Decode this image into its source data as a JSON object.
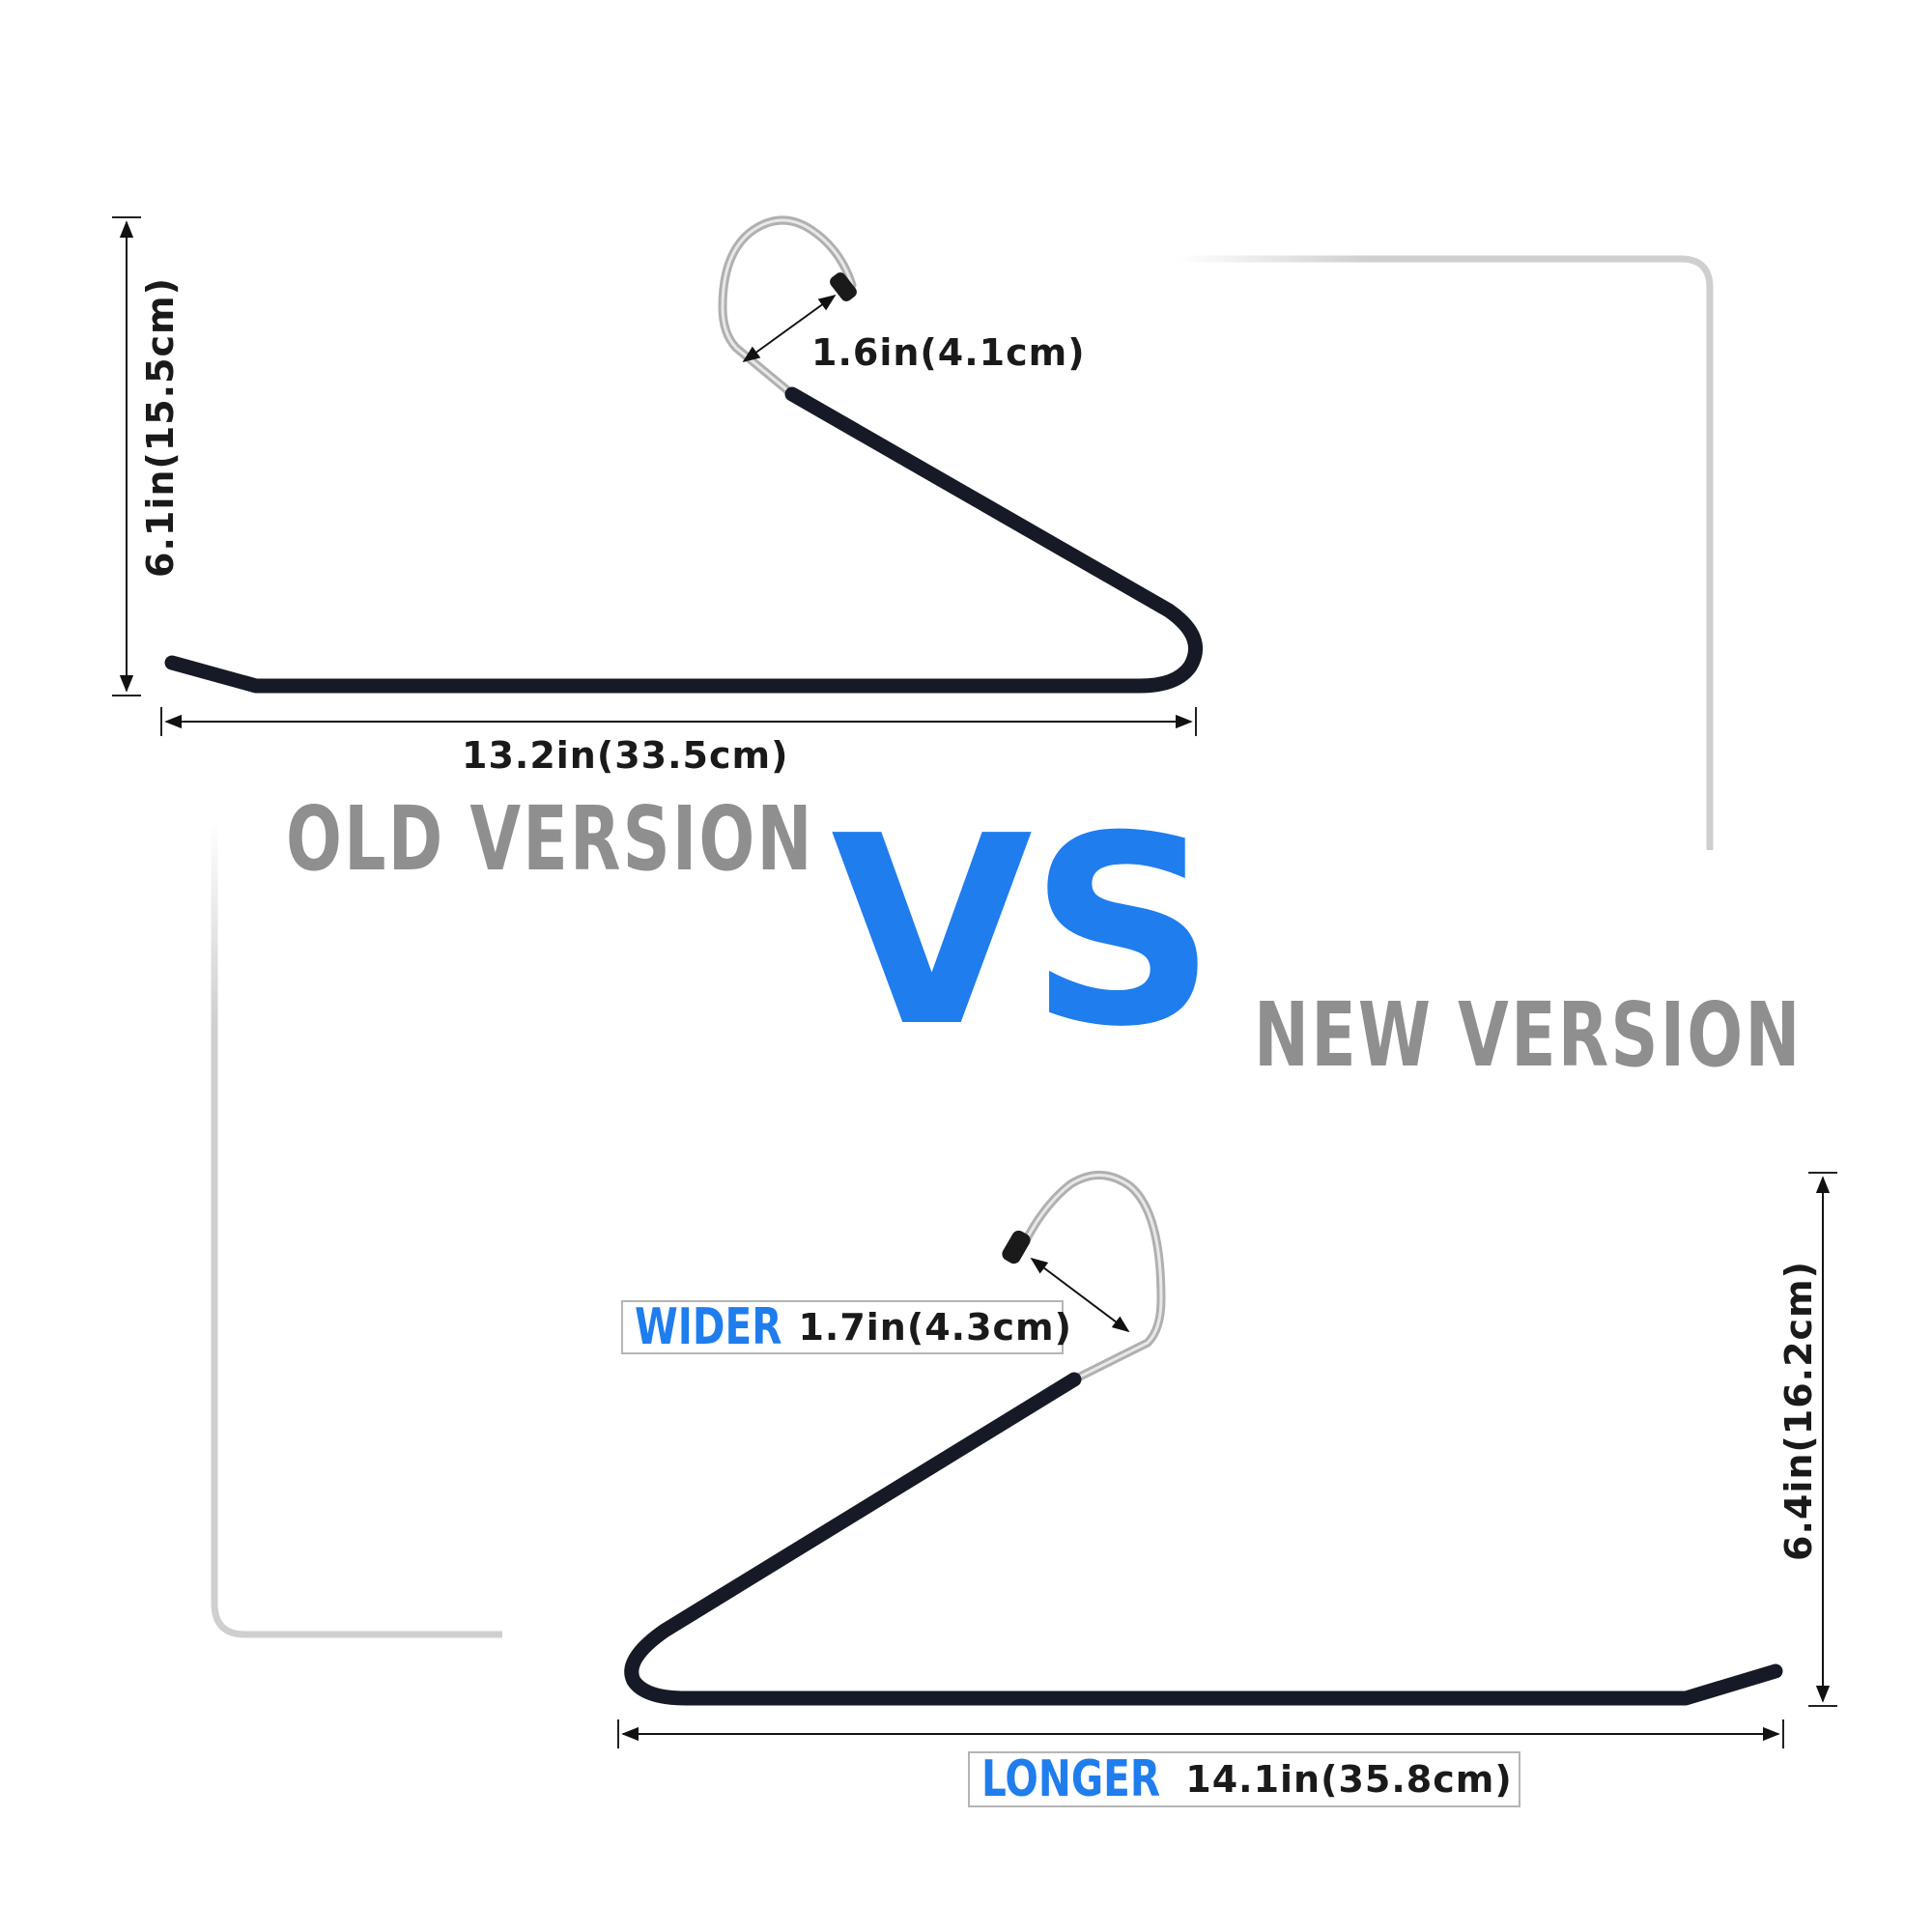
{
  "old": {
    "version_label": "OLD VERSION",
    "height_label": "6.1in(15.5cm)",
    "width_label": "13.2in(33.5cm)",
    "hook_label": "1.6in(4.1cm)"
  },
  "vs_label": "VS",
  "new": {
    "version_label": "NEW VERSION",
    "height_label": "6.4in(16.2cm)",
    "width_badge": "LONGER",
    "width_label": "14.1in(35.8cm)",
    "hook_badge": "WIDER",
    "hook_label": "1.7in(4.3cm)"
  },
  "colors": {
    "accent": "#1f7ded",
    "version_text": "#8f8f8f",
    "hanger_coating": "#161a26",
    "hook_metal": "#c8c8c8",
    "frame": "#c4c4c4"
  }
}
